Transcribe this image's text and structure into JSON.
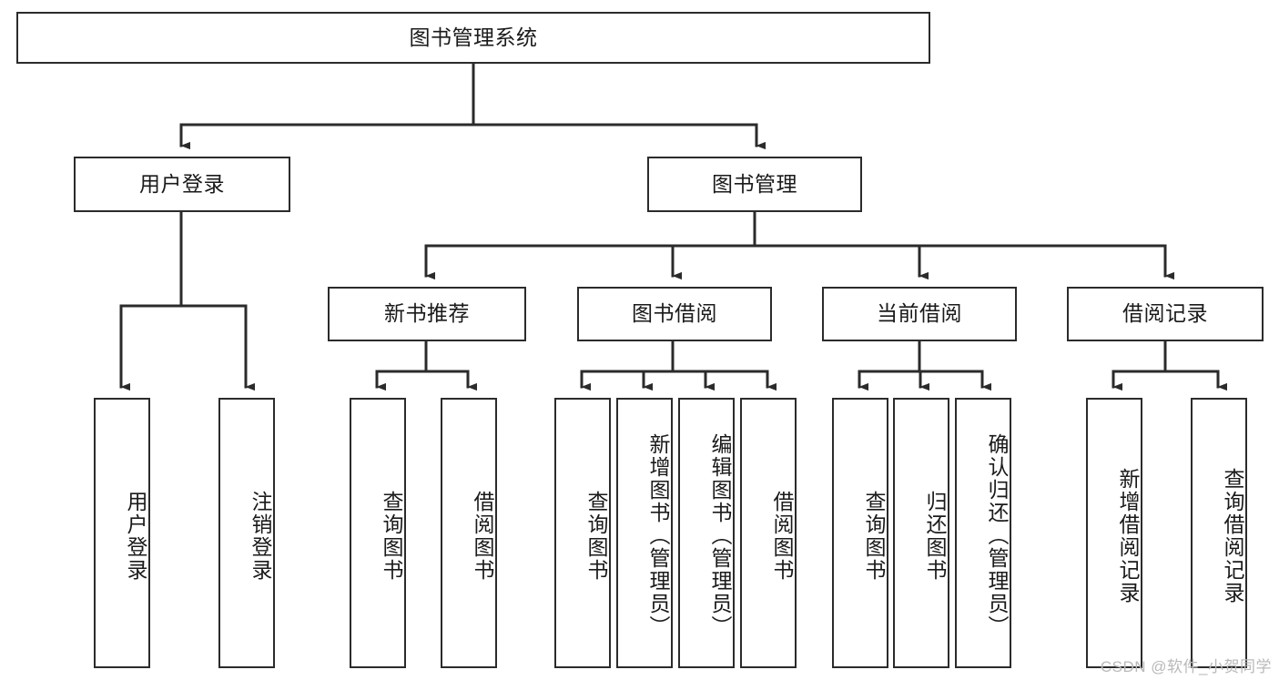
{
  "diagram": {
    "title": "图书管理系统",
    "watermark": "CSDN @软件_小贺同学",
    "line_color": "#2b2b2b",
    "box_fill": "#ffffff",
    "text_color": "#1a1a1a",
    "watermark_color": "#b9b9b9",
    "root": {
      "label": "图书管理系统",
      "orientation": "horizontal"
    },
    "level2": [
      {
        "label": "用户登录",
        "orientation": "horizontal"
      },
      {
        "label": "图书管理",
        "orientation": "horizontal"
      }
    ],
    "level3": [
      {
        "label": "新书推荐",
        "orientation": "horizontal"
      },
      {
        "label": "图书借阅",
        "orientation": "horizontal"
      },
      {
        "label": "当前借阅",
        "orientation": "horizontal"
      },
      {
        "label": "借阅记录",
        "orientation": "horizontal"
      }
    ],
    "leaves": {
      "user_login": [
        {
          "label": "用户登录",
          "orientation": "vertical"
        },
        {
          "label": "注销登录",
          "orientation": "vertical"
        }
      ],
      "new_book_recommend": [
        {
          "label": "查询图书",
          "orientation": "vertical"
        },
        {
          "label": "借阅图书",
          "orientation": "vertical"
        }
      ],
      "book_borrow": [
        {
          "label": "查询图书",
          "orientation": "vertical"
        },
        {
          "label": "新增图书（管理员）",
          "orientation": "vertical"
        },
        {
          "label": "编辑图书（管理员）",
          "orientation": "vertical"
        },
        {
          "label": "借阅图书",
          "orientation": "vertical"
        }
      ],
      "current_borrow": [
        {
          "label": "查询图书",
          "orientation": "vertical"
        },
        {
          "label": "归还图书",
          "orientation": "vertical"
        },
        {
          "label": "确认归还（管理员）",
          "orientation": "vertical"
        }
      ],
      "borrow_record": [
        {
          "label": "新增借阅记录",
          "orientation": "vertical"
        },
        {
          "label": "查询借阅记录",
          "orientation": "vertical"
        }
      ]
    }
  }
}
